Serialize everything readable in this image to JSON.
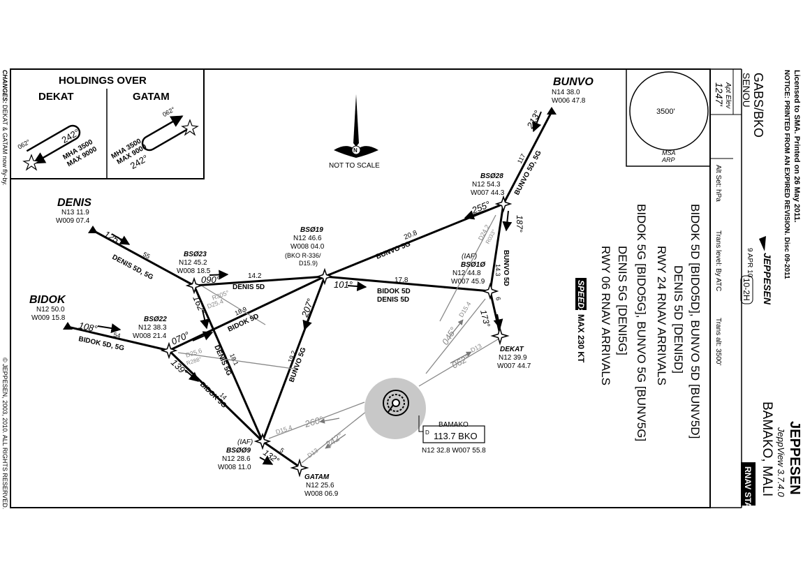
{
  "header": {
    "license": "Licensed to SMA. Printed on 26 May 2011.",
    "notice": "NOTICE: PRINTED FROM AN EXPIRED REVISION. Disc 09-2011",
    "brand": "JEPPESEN",
    "jeppview": "JeppView 3.7.4.0",
    "location": "BAMAKO, MALI",
    "chart_type": "RNAV STAR",
    "icao_iata": "GABS/BKO",
    "airport": "SENOU",
    "apt_elev_label": "Apt Elev",
    "apt_elev": "1247'",
    "logo_word": "JEPPESEN",
    "date": "9 APR 10",
    "chart_number": "10-2H",
    "alt_set": "Alt Set: hPa",
    "trans_level": "Trans level: By ATC",
    "trans_alt": "Trans alt: 3500'"
  },
  "msa": {
    "altitude": "3500'",
    "label1": "MSA",
    "label2": "ARP"
  },
  "title_block": {
    "line1": "BIDOK 5D [BIDO5D], BUNVO 5D [BUNV5D]",
    "line2": "DENIS 5D [DENI5D]",
    "line3": "RWY 24 RNAV ARRIVALS",
    "line4": "BIDOK 5G [BIDO5G], BUNVO 5G [BUNV5G]",
    "line5": "DENIS 5G [DENI5G]",
    "line6": "RWY 06 RNAV ARRIVALS",
    "speed_label": "SPEED:",
    "speed_value": "MAX 230 KT"
  },
  "holdings": {
    "title": "HOLDINGS OVER",
    "dekat": {
      "name": "DEKAT",
      "course_in": "242°",
      "course_out": "062°",
      "mha": "MHA 3500",
      "max": "MAX 9000"
    },
    "gatam": {
      "name": "GATAM",
      "course_in": "062°",
      "course_out": "242°",
      "mha": "MHA 3500",
      "max": "MAX 9000"
    }
  },
  "side": {
    "changes_label": "CHANGES:",
    "changes_text": "DEKAT & GATAM now fly-by.",
    "copyright": "© JEPPESEN, 2003, 2010. ALL RIGHTS RESERVED."
  },
  "not_to_scale": "NOT TO SCALE",
  "north": "N",
  "fixes": {
    "bunvo": {
      "name": "BUNVO",
      "lat": "N14 38.0",
      "lon": "W006 47.8"
    },
    "denis": {
      "name": "DENIS",
      "lat": "N13 11.9",
      "lon": "W009 07.4"
    },
    "bidok": {
      "name": "BIDOK",
      "lat": "N12 50.0",
      "lon": "W009 15.8"
    },
    "bs028": {
      "name": "BSØ28",
      "lat": "N12 54.3",
      "lon": "W007 44.3"
    },
    "bs019": {
      "name": "BSØ19",
      "lat": "N12 46.6",
      "lon": "W008 04.0",
      "ref": "(BKO R-336/",
      "ref2": "D15.9)"
    },
    "bs023": {
      "name": "BSØ23",
      "lat": "N12 45.2",
      "lon": "W008 18.5"
    },
    "bs022": {
      "name": "BSØ22",
      "lat": "N12 38.3",
      "lon": "W008 21.4"
    },
    "bs010": {
      "name": "BSØ1Ø",
      "iaf": "(IAF)",
      "lat": "N12 44.8",
      "lon": "W007 45.9"
    },
    "bs009": {
      "name": "BSØØ9",
      "iaf": "(IAF)",
      "lat": "N12 28.6",
      "lon": "W008 11.0"
    },
    "dekat": {
      "name": "DEKAT",
      "lat": "N12 39.9",
      "lon": "W007 44.7"
    },
    "gatam": {
      "name": "GATAM",
      "lat": "N12 25.6",
      "lon": "W008 06.9"
    }
  },
  "navaid": {
    "name": "BAMAKO",
    "ident": "113.7 BKO",
    "prefix": "D",
    "coords": "N12 32.8 W007 55.8"
  },
  "routes": {
    "bunvo_bs028_crs": "213°",
    "bunvo_bs028_dist": "117",
    "bunvo_bs028_name": "BUNVO 5D, 5G",
    "bs028_bs019_crs": "255°",
    "bs028_bs019_dist": "20.8",
    "bs028_bs019_name": "BUNVO 5G",
    "bs028_bs010_crs": "187°",
    "bs028_bs010_dist": "14.3",
    "bs028_bs010_name": "BUNVO 5D",
    "bs028_radial1": "D24.2",
    "bs028_radial2": "R033°",
    "denis_crs": "125°",
    "denis_dist": "55",
    "denis_name": "DENIS 5D, 5G",
    "bs023_bs019_crs": "090°",
    "bs023_bs019_dist": "14.2",
    "bs023_bs019_name": "DENIS 5D",
    "bs023_radial1": "R305°",
    "bs023_radial2": "D25.4",
    "bidok_crs": "108°",
    "bidok_dist": "54",
    "bidok_name": "BIDOK 5D, 5G",
    "bs022_bs019_crs": "070°",
    "bs022_bs019_dist": "18.9",
    "bs022_bs019_name": "BIDOK 5D",
    "bs022_radial1": "D25.6",
    "bs022_radial2": "R288°",
    "bs019_bs010_crs": "101°",
    "bs019_bs010_dist": "17.8",
    "bs019_bs010_name1": "BIDOK 5D",
    "bs019_bs010_name2": "DENIS 5D",
    "bs019_bs009_crs": "207°",
    "bs019_bs009_dist": "19.2",
    "bs019_bs009_name": "BUNVO 5G",
    "bs023_bs009_crs": "162°",
    "bs023_bs009_dist": "18.1",
    "bs023_bs009_name": "DENIS 5G",
    "bs022_bs009_crs": "139°",
    "bs022_bs009_dist": "14",
    "bs022_bs009_name": "BIDOK 5G",
    "bs010_dekat_crs": "173°",
    "bs010_dekat_dist": "6",
    "bs010_radial": "D15.4",
    "bs009_gatam_crs": "132°",
    "bs009_gatam_dist": "5",
    "bs009_radial": "D15.4",
    "bko_dekat_radial1": "045°",
    "bko_dekat_radial2": "062°",
    "bko_dekat_dist": "D13",
    "bko_gatam_radial1": "260°",
    "bko_gatam_radial2": "242°",
    "bko_gatam_dist": "D13"
  }
}
